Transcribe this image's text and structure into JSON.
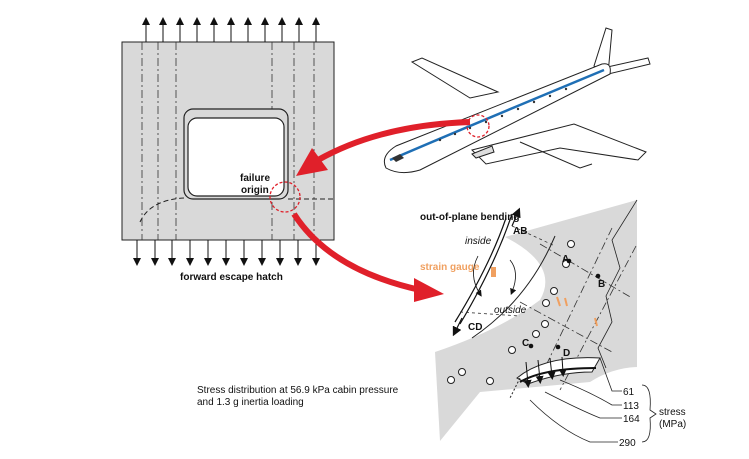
{
  "labels": {
    "failure_line1": "failure",
    "failure_line2": "origin",
    "hatch": "forward escape hatch",
    "bending": "out-of-plane bending",
    "inside": "inside",
    "outside": "outside",
    "strain_gauge": "strain gauge",
    "ab": "AB",
    "cd": "CD",
    "a": "A",
    "b": "B",
    "c": "C",
    "d": "D",
    "caption_line1": "Stress distribution at 56.9 kPa cabin pressure",
    "caption_line2": "and 1.3 g inertia loading",
    "stress_values": [
      "61",
      "113",
      "164",
      "290"
    ],
    "stress_unit_line1": "stress",
    "stress_unit_line2": "(MPa)"
  },
  "colors": {
    "panel_gray": "#d9d9d9",
    "arrow_red": "#e0202a",
    "fuselage_blue": "#1f6fb5",
    "gauge_orange": "#f0a060"
  }
}
